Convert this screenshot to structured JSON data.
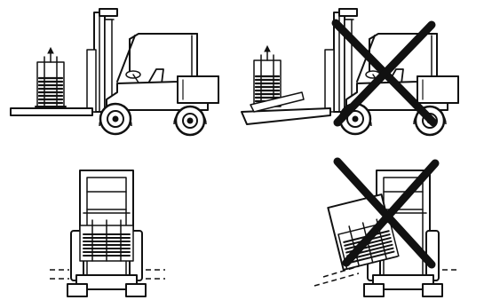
{
  "figure": {
    "panels": [
      {
        "id": "side-correct",
        "view": "side",
        "status": "correct"
      },
      {
        "id": "side-incorrect",
        "view": "side",
        "status": "incorrect"
      },
      {
        "id": "front-correct",
        "view": "front",
        "status": "correct"
      },
      {
        "id": "front-incorrect",
        "view": "front",
        "status": "incorrect"
      }
    ],
    "colors": {
      "ink": "#111111",
      "background": "#ffffff",
      "prohibited_mark": "#111111"
    },
    "icons": [
      "forklift-side-icon",
      "forklift-front-icon",
      "cross-out-icon"
    ]
  }
}
